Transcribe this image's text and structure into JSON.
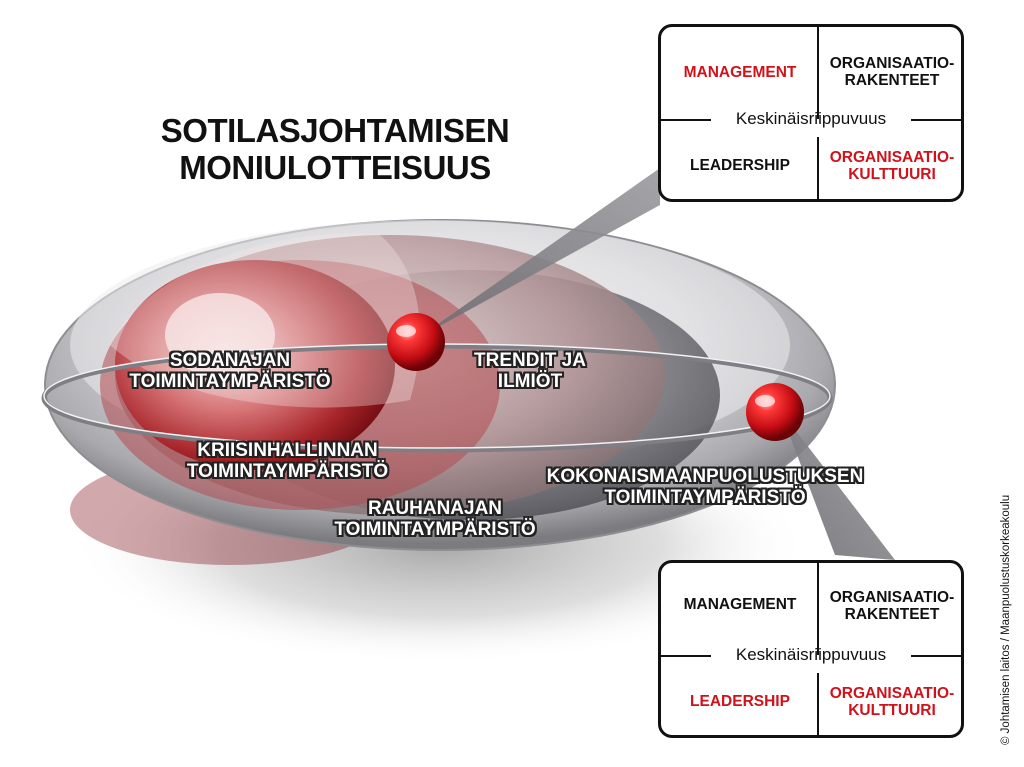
{
  "title": {
    "line1": "SOTILASJOHTAMISEN",
    "line2": "MONIULOTTEISUUS"
  },
  "environments": {
    "wartime": {
      "line1": "SODANAJAN",
      "line2": "TOIMINTAYMPÄRISTÖ"
    },
    "trends": {
      "line1": "TRENDIT JA",
      "line2": "ILMIÖT"
    },
    "crisis": {
      "line1": "KRIISINHALLINNAN",
      "line2": "TOIMINTAYMPÄRISTÖ"
    },
    "total_defence": {
      "line1": "KOKONAISMAANPUOLUSTUKSEN",
      "line2": "TOIMINTAYMPÄRISTÖ"
    },
    "peacetime": {
      "line1": "RAUHANAJAN",
      "line2": "TOIMINTAYMPÄRISTÖ"
    }
  },
  "box_top": {
    "management": "MANAGEMENT",
    "structures_1": "ORGANISAATIO-",
    "structures_2": "RAKENTEET",
    "interdependence": "Keskinäisriippuvuus",
    "leadership": "LEADERSHIP",
    "culture_1": "ORGANISAATIO-",
    "culture_2": "KULTTUURI",
    "highlighted": [
      "MANAGEMENT",
      "ORGANISAATIOKULTTUURI"
    ]
  },
  "box_bottom": {
    "management": "MANAGEMENT",
    "structures_1": "ORGANISAATIO-",
    "structures_2": "RAKENTEET",
    "interdependence": "Keskinäisriippuvuus",
    "leadership": "LEADERSHIP",
    "culture_1": "ORGANISAATIO-",
    "culture_2": "KULTTUURI",
    "highlighted": [
      "LEADERSHIP",
      "ORGANISAATIOKULTTUURI"
    ]
  },
  "copyright": "© Johtamisen laitos / Maanpuolustuskorkeakoulu",
  "colors": {
    "accent_red": "#d0121b",
    "text": "#111111",
    "disc_silver": "#c8c8cc"
  }
}
